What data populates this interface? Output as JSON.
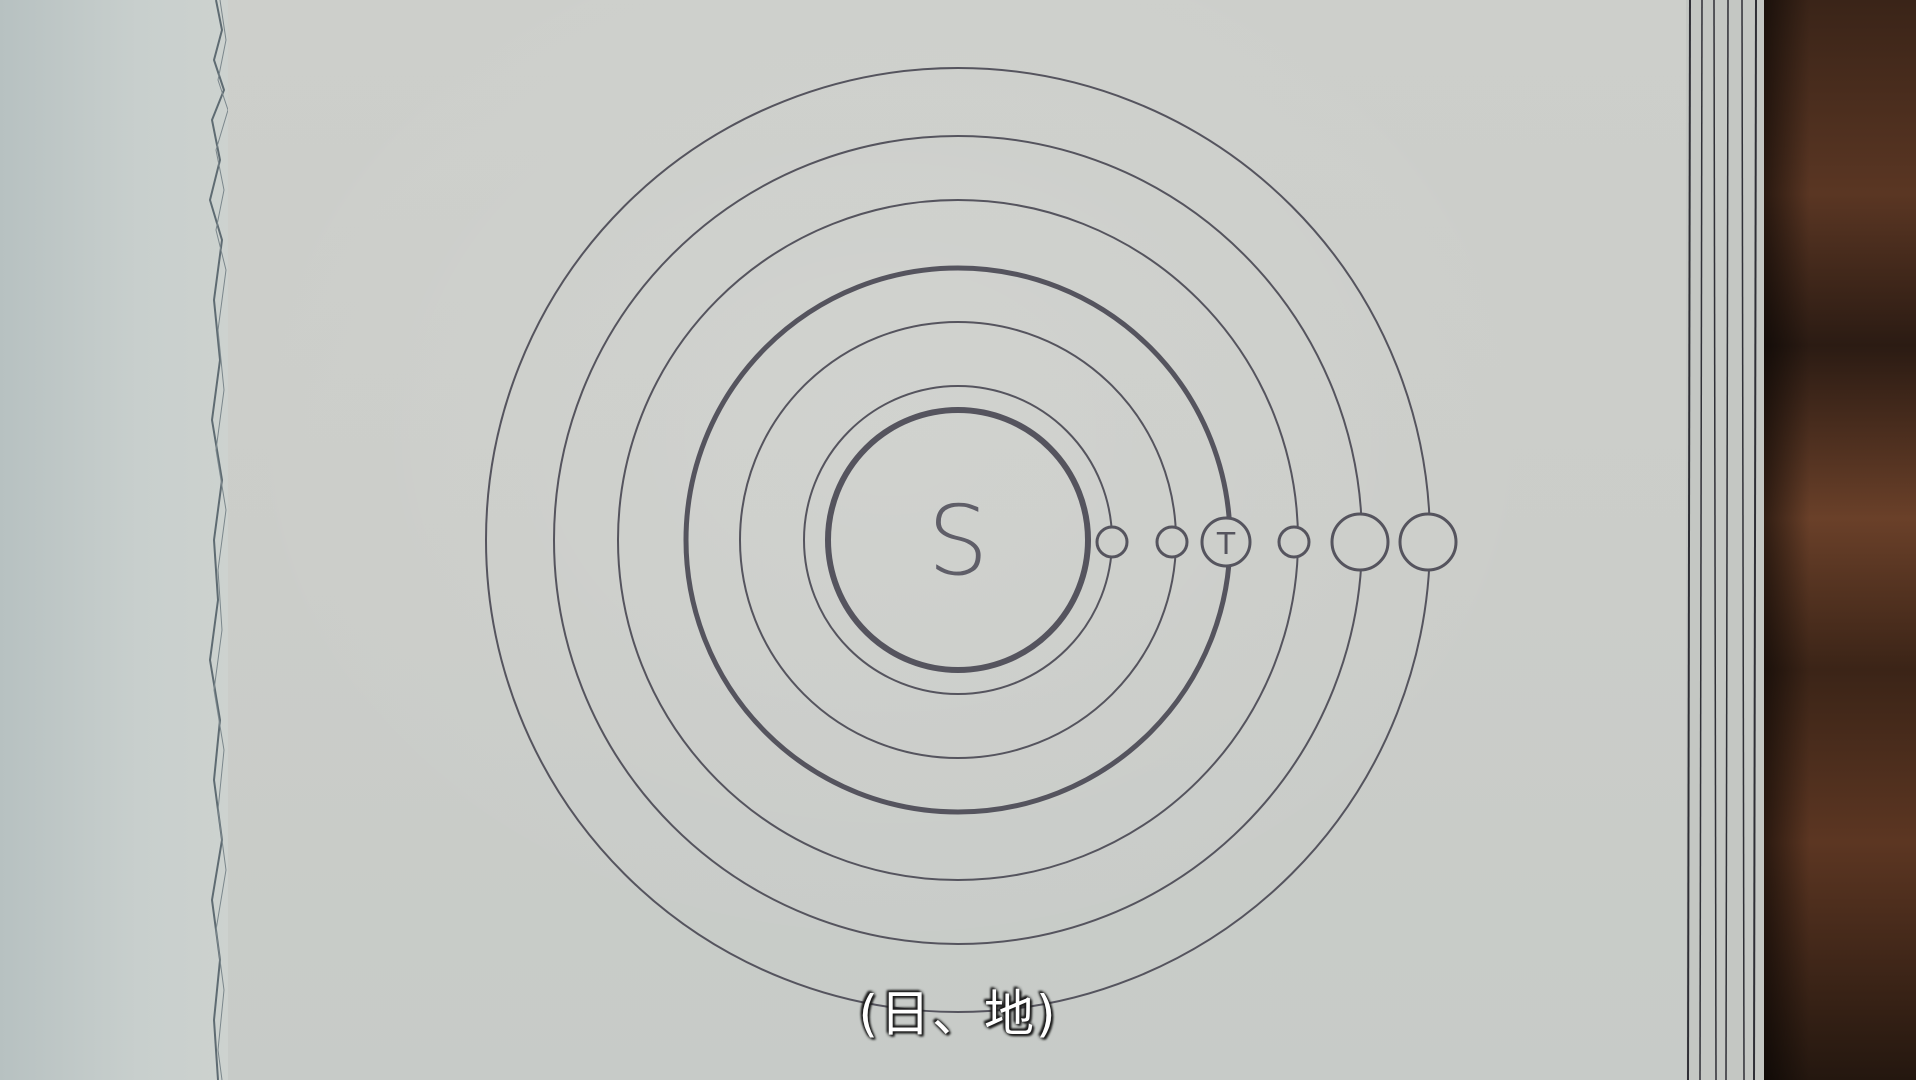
{
  "scene": {
    "subtitle": "(日、地)"
  },
  "drawing": {
    "center_label": "S",
    "planet_labels": [
      "T"
    ],
    "ink_color": "#55545e",
    "paper_color": "#cdcfcb",
    "wood_color": "#4a2c1c"
  }
}
